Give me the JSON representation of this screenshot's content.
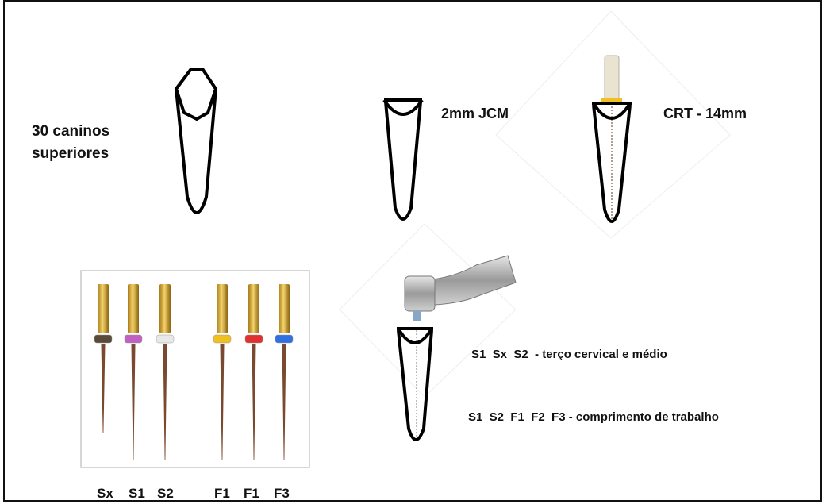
{
  "labels": {
    "sample": "30 caninos\nsuperiores",
    "jcm": "2mm JCM",
    "crt": "CRT - 14mm",
    "step_cervical": "S1  Sx  S2  - terço cervical e médio",
    "step_working": "S1  S2  F1  F2  F3 - comprimento de trabalho"
  },
  "file_labels": [
    "Sx",
    "S1",
    "S2",
    "F1",
    "F1",
    "F3"
  ],
  "file_band_colors": [
    "#5a4a3a",
    "#c060c0",
    "#e8e8e8",
    "#f0c020",
    "#e03030",
    "#3070e0"
  ]
}
